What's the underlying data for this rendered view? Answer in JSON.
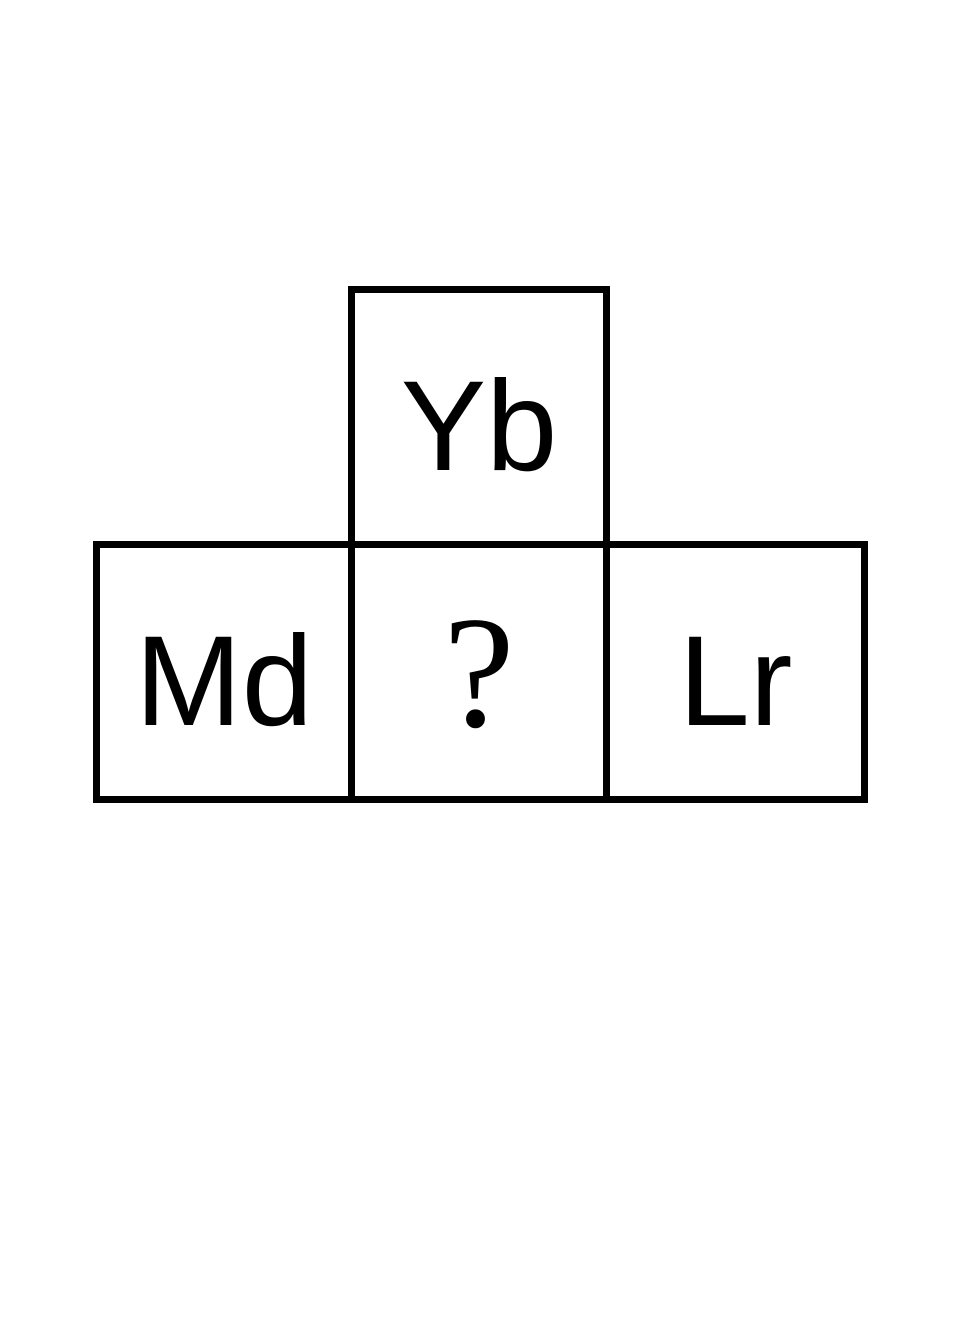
{
  "cells": {
    "top": "Yb",
    "left": "Md",
    "center": "?",
    "right": "Lr"
  }
}
